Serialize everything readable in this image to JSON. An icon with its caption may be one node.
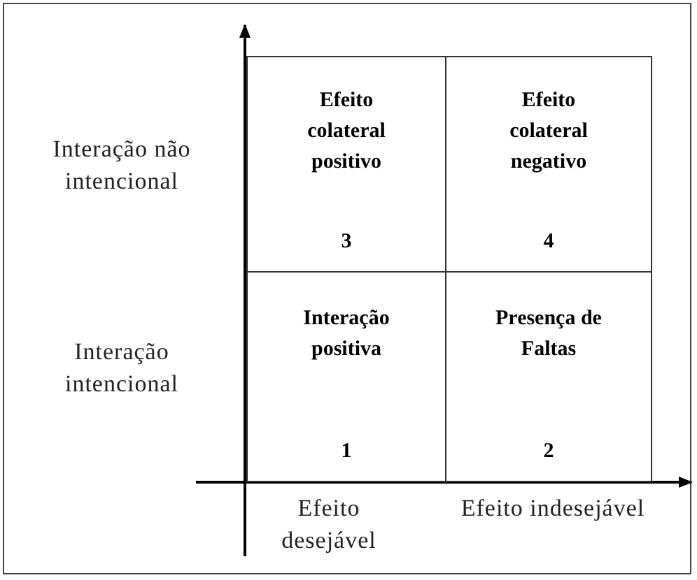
{
  "diagram": {
    "nodes": [
      {
        "text": [
          "Efeito colateral positivo",
          "3"
        ]
      },
      {
        "text": [
          "Efeito colateral negativo",
          "4"
        ]
      },
      {
        "text": [
          "Interação positiva",
          "1"
        ]
      },
      {
        "text": [
          "Presença de Faltas",
          "2"
        ]
      }
    ],
    "labels": [
      "Interação não intencional",
      "Interação intencional",
      "Efeito desejável",
      "Efeito indesejável"
    ]
  }
}
